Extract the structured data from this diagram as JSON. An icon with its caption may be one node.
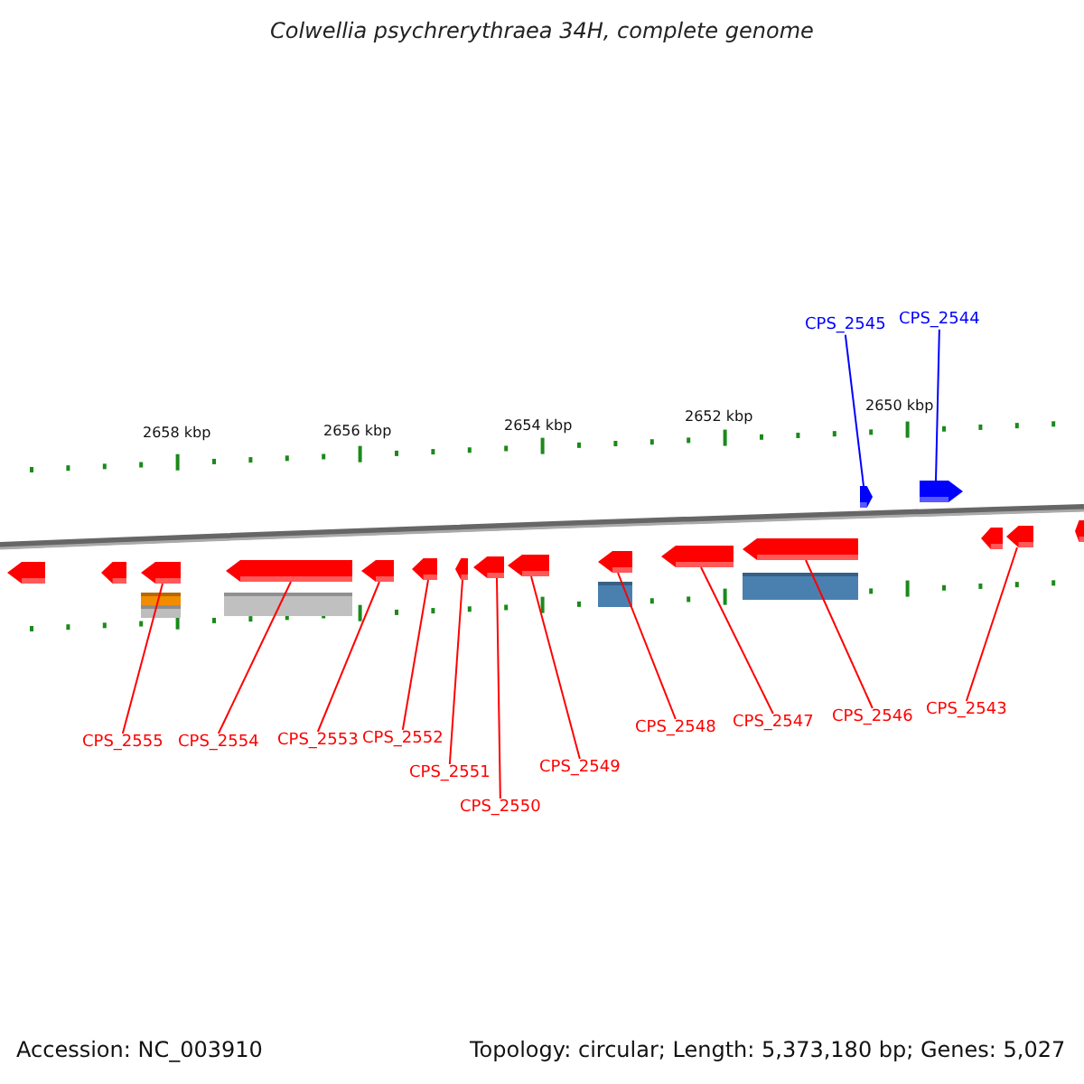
{
  "diagram": {
    "title": "Colwellia psychrerythraea 34H, complete genome",
    "nodes": [
      {
        "text": [
          "CPS_2545"
        ]
      },
      {
        "text": [
          "CPS_2544"
        ]
      },
      {
        "text": [
          "CPS_2555"
        ]
      },
      {
        "text": [
          "CPS_2554"
        ]
      },
      {
        "text": [
          "CPS_2553"
        ]
      },
      {
        "text": [
          "CPS_2552"
        ]
      },
      {
        "text": [
          "CPS_2551"
        ]
      },
      {
        "text": [
          "CPS_2550"
        ]
      },
      {
        "text": [
          "CPS_2549"
        ]
      },
      {
        "text": [
          "CPS_2548"
        ]
      },
      {
        "text": [
          "CPS_2547"
        ]
      },
      {
        "text": [
          "CPS_2546"
        ]
      },
      {
        "text": [
          "CPS_2543"
        ]
      },
      {
        "text": [],
        "shape": "bar"
      },
      {
        "text": [],
        "shape": "bar"
      },
      {
        "text": [],
        "shape": "bar"
      },
      {
        "text": [],
        "shape": "bar"
      },
      {
        "text": [],
        "shape": "bar"
      },
      {
        "text": [],
        "shape": "bar"
      },
      {
        "text": [],
        "shape": "bar"
      },
      {
        "text": [],
        "shape": "bar"
      },
      {
        "text": [],
        "shape": "bar"
      },
      {
        "text": [],
        "shape": "bar"
      },
      {
        "text": [],
        "shape": "bar"
      },
      {
        "text": [],
        "shape": "bar"
      },
      {
        "text": [],
        "shape": "bar"
      },
      {
        "text": [],
        "shape": "bar"
      },
      {
        "text": [],
        "shape": "bar"
      },
      {
        "text": [],
        "shape": "bar"
      },
      {
        "text": [],
        "shape": "bar"
      }
    ],
    "edges": [
      {
        "from": 0,
        "to": 25,
        "arrow": "none",
        "color": "#0000ff"
      },
      {
        "from": 1,
        "to": 26,
        "arrow": "none",
        "color": "#0000ff"
      },
      {
        "from": 2,
        "to": 15,
        "arrow": "none"
      },
      {
        "from": 3,
        "to": 16,
        "arrow": "none"
      },
      {
        "from": 4,
        "to": 17,
        "arrow": "none"
      },
      {
        "from": 5,
        "to": 18,
        "arrow": "none"
      },
      {
        "from": 6,
        "to": 19,
        "arrow": "none"
      },
      {
        "from": 7,
        "to": 20,
        "arrow": "none"
      },
      {
        "from": 8,
        "to": 21,
        "arrow": "none"
      },
      {
        "from": 9,
        "to": 22,
        "arrow": "none"
      },
      {
        "from": 10,
        "to": 23,
        "arrow": "none"
      },
      {
        "from": 11,
        "to": 24,
        "arrow": "none"
      },
      {
        "from": 12,
        "to": 28,
        "arrow": "none"
      }
    ],
    "labels": [
      "2658 kbp",
      "2656 kbp",
      "2654 kbp",
      "2652 kbp",
      "2650 kbp",
      "Accession: NC_003910",
      "Topology: circular; Length: 5,373,180 bp; Genes: 5,027"
    ]
  }
}
